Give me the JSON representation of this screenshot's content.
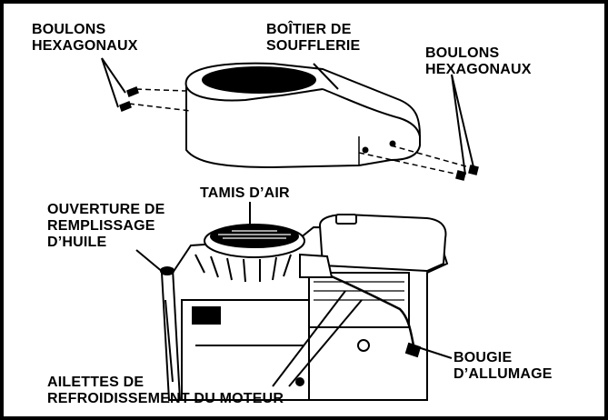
{
  "labels": {
    "bolts_left": [
      "BOULONS",
      "HEXAGONAUX"
    ],
    "blower_housing": [
      "BOÎTIER DE",
      "SOUFFLERIE"
    ],
    "bolts_right": [
      "BOULONS",
      "HEXAGONAUX"
    ],
    "air_screen": "TAMIS D’AIR",
    "oil_fill": [
      "OUVERTURE DE",
      "REMPLISSAGE",
      "D’HUILE"
    ],
    "cooling_fins": [
      "AILETTES DE",
      "REFROIDISSEMENT DU MOTEUR"
    ],
    "spark_plug": [
      "BOUGIE",
      "D’ALLUMAGE"
    ]
  }
}
